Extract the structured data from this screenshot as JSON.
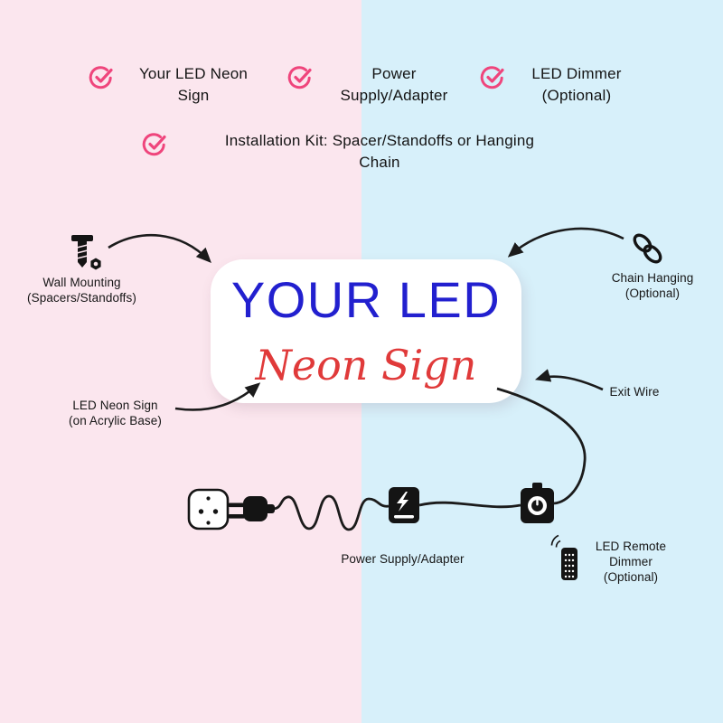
{
  "checklist": {
    "item1": "Your LED Neon\nSign",
    "item2": "Power\nSupply/Adapter",
    "item3": "LED Dimmer\n(Optional)",
    "item4": "Installation Kit: Spacer/Standoffs or Hanging\nChain"
  },
  "sign": {
    "title": "YOUR LED",
    "subtitle": "Neon Sign"
  },
  "callouts": {
    "wall_mounting": "Wall Mounting\n(Spacers/Standoffs)",
    "chain_hanging": "Chain Hanging\n(Optional)",
    "led_neon_sign": "LED Neon Sign\n(on Acrylic Base)",
    "exit_wire": "Exit Wire",
    "power_supply": "Power Supply/Adapter",
    "remote_dimmer": "LED Remote\nDimmer\n(Optional)"
  },
  "icons": {
    "check": "check-circle-icon",
    "screw": "screw-standoff-icon",
    "chain": "chain-link-icon",
    "socket": "wall-socket-icon",
    "plug": "power-plug-icon",
    "adapter": "power-adapter-icon",
    "dimmer": "inline-dimmer-icon",
    "remote": "remote-control-icon"
  },
  "colors": {
    "bg_left": "#fbe6ee",
    "bg_right": "#d7f0fa",
    "check_pink": "#ef457c",
    "sign_blue": "#2220cf",
    "sign_red": "#e03a3a",
    "ink": "#1b1b1b"
  }
}
